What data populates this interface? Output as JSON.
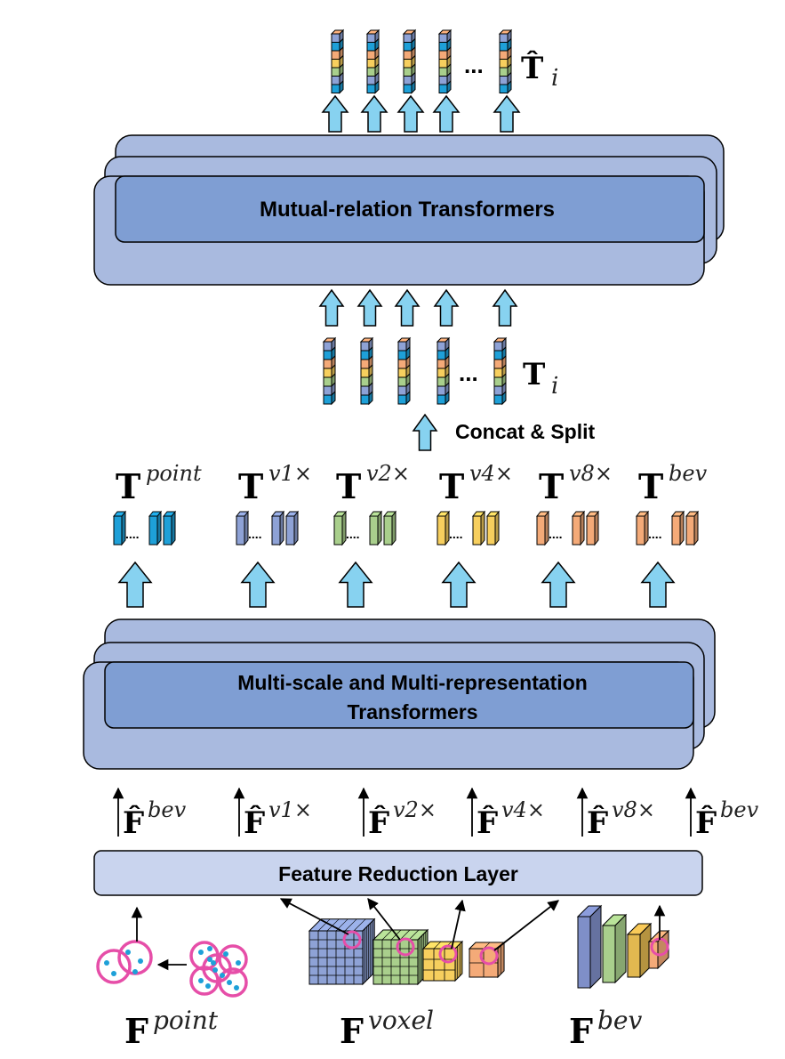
{
  "top_transformer": {
    "label": "Mutual-relation Transformers"
  },
  "output_tokens": {
    "symbol": "T̂",
    "subscript": "i",
    "ellipsis": "..."
  },
  "input_tokens": {
    "symbol": "T",
    "subscript": "i",
    "ellipsis": "..."
  },
  "concat_split": {
    "label": "Concat & Split"
  },
  "token_groups": [
    {
      "base": "T",
      "sup": "point",
      "color": "#1ea0d8"
    },
    {
      "base": "T",
      "sup": "v1×",
      "color": "#8ea2d6"
    },
    {
      "base": "T",
      "sup": "v2×",
      "color": "#a9cf8c"
    },
    {
      "base": "T",
      "sup": "v4×",
      "color": "#f7cf5e"
    },
    {
      "base": "T",
      "sup": "v8×",
      "color": "#f4aa78"
    },
    {
      "base": "T",
      "sup": "bev",
      "color": "#f4aa78"
    }
  ],
  "group_ellipsis": "....",
  "middle_transformer": {
    "line1": "Multi-scale and Multi-representation",
    "line2": "Transformers"
  },
  "reduced_features": [
    {
      "base": "F̂",
      "sup": "bev"
    },
    {
      "base": "F̂",
      "sup": "v1×"
    },
    {
      "base": "F̂",
      "sup": "v2×"
    },
    {
      "base": "F̂",
      "sup": "v4×"
    },
    {
      "base": "F̂",
      "sup": "v8×"
    },
    {
      "base": "F̂",
      "sup": "bev"
    }
  ],
  "reduction_layer": {
    "label": "Feature Reduction Layer"
  },
  "inputs": [
    {
      "base": "F",
      "sup": "point"
    },
    {
      "base": "F",
      "sup": "voxel"
    },
    {
      "base": "F",
      "sup": "bev"
    }
  ],
  "colors": {
    "box_fill": "#a9badf",
    "box_inner": "#7f9ed3",
    "reduction_fill": "#c9d4ee",
    "arrow_fill": "#87d2f0",
    "circle_pink": "#e64ea8",
    "dot_blue": "#1ea0d8",
    "stack_palette": [
      "#1ea0d8",
      "#8ea2d6",
      "#a9cf8c",
      "#f7cf5e",
      "#f4aa78"
    ]
  }
}
